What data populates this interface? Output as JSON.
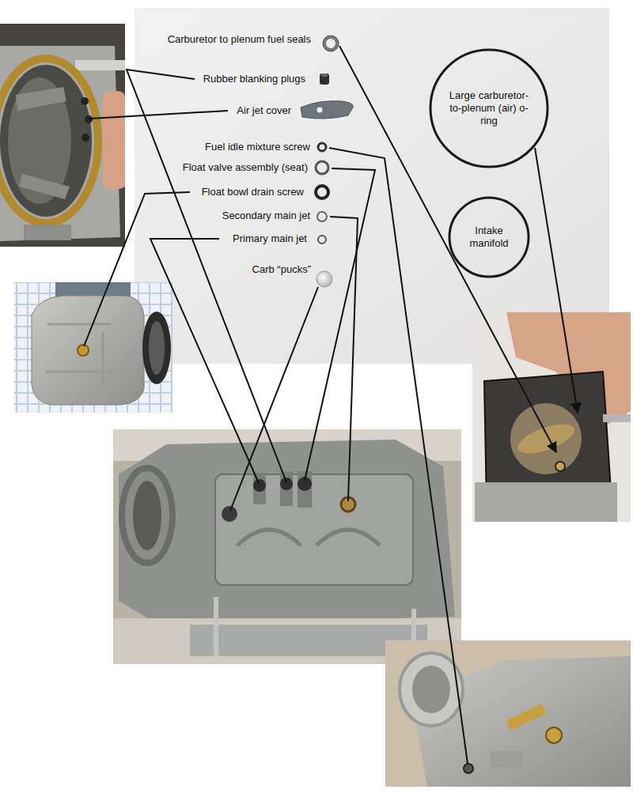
{
  "diagram": {
    "nodes": [
      {
        "text": [
          "Large carburetor-to-plenum (air) o-ring"
        ]
      },
      {
        "text": [
          "Intake manifold"
        ]
      }
    ],
    "labels": [
      "Carburetor to plenum fuel seals",
      "Rubber blanking plugs",
      "Air jet cover",
      "Fuel idle mixture screw",
      "Float valve assembly (seat)",
      "Float bowl drain screw",
      "Secondary main jet",
      "Primary main jet",
      "Carb “pucks”"
    ]
  }
}
